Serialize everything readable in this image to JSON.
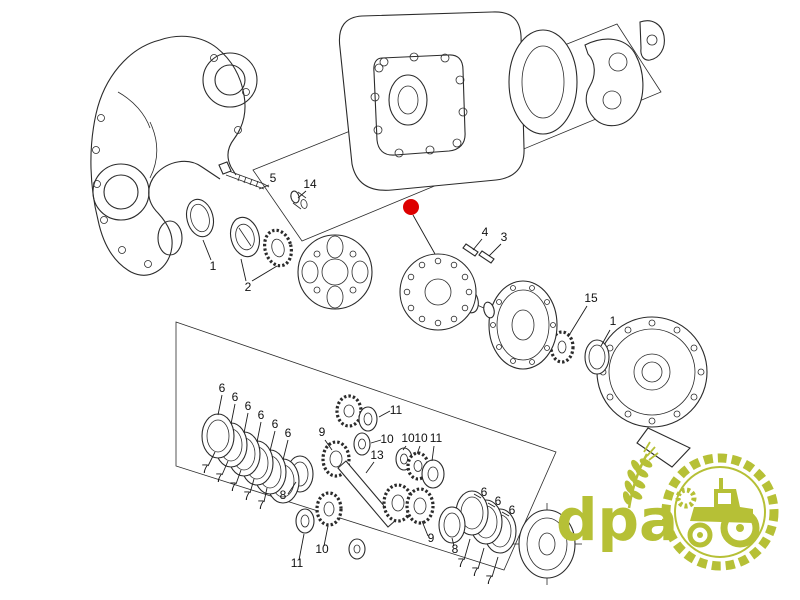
{
  "diagram": {
    "background": "#ffffff",
    "line_color": "#2b2b2b",
    "marker_color": "#dd0000"
  },
  "callouts": {
    "upper_left": {
      "bolt": "5",
      "retainer": "14",
      "seal": "1",
      "bearings": "2"
    },
    "upper_right": {
      "pin_outer": "4",
      "pin_inner": "3",
      "pinion_gear": "15",
      "seal": "1"
    },
    "left_pack": {
      "discs": [
        "6",
        "6",
        "6",
        "6",
        "6",
        "6"
      ],
      "plates": [
        "7",
        "7",
        "7",
        "7",
        "7"
      ],
      "backing_plate": "8",
      "side_gear": "9"
    },
    "spider": {
      "washer_top": "11",
      "thrust_top": "10",
      "cross_shaft": "13",
      "row": [
        "10",
        "10",
        "11"
      ],
      "washer_bottom": "11",
      "gear_bottom": "10"
    },
    "right_pack": {
      "side_gear": "9",
      "backing_plate": "8",
      "discs": [
        "6",
        "6",
        "6"
      ],
      "plates": [
        "7",
        "7",
        "7"
      ]
    }
  },
  "watermark": {
    "text": "dpa",
    "color": "#b6c036",
    "icons": [
      "wheat-icon",
      "gear-ring-icon",
      "tractor-icon",
      "small-gear-icon"
    ]
  }
}
